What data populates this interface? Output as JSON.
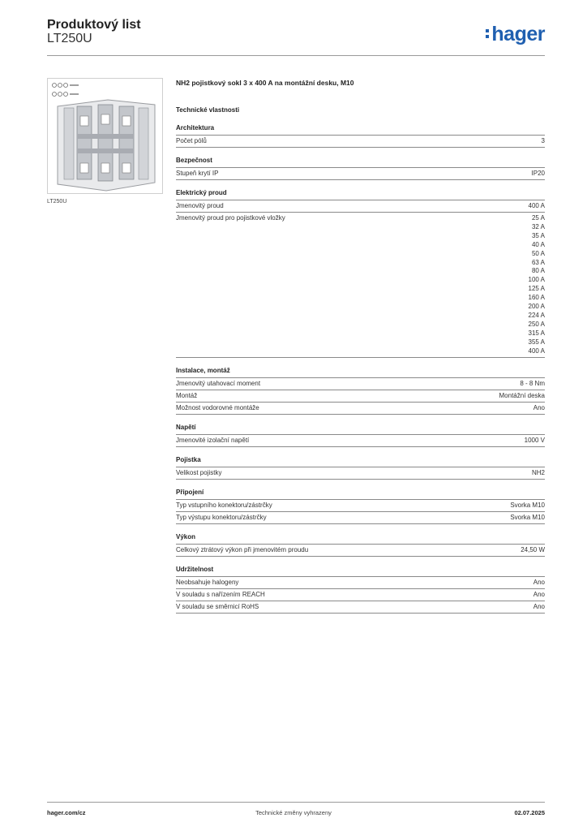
{
  "header": {
    "title": "Produktový list",
    "subtitle": "LT250U",
    "logo": "hager",
    "logo_color": "#1f5fb0"
  },
  "image": {
    "caption": "LT250U"
  },
  "product": {
    "title": "NH2 pojistkový sokl 3 x 400 A na montážní desku, M10"
  },
  "tech_heading": "Technické vlastnosti",
  "groups": [
    {
      "title": "Architektura",
      "rows": [
        {
          "label": "Počet pólů",
          "values": [
            "3"
          ]
        }
      ]
    },
    {
      "title": "Bezpečnost",
      "rows": [
        {
          "label": "Stupeň krytí IP",
          "values": [
            "IP20"
          ]
        }
      ]
    },
    {
      "title": "Elektrický proud",
      "rows": [
        {
          "label": "Jmenovitý proud",
          "values": [
            "400 A"
          ]
        },
        {
          "label": "Jmenovitý proud pro pojistkové vložky",
          "values": [
            "25 A",
            "32 A",
            "35 A",
            "40 A",
            "50 A",
            "63 A",
            "80 A",
            "100 A",
            "125 A",
            "160 A",
            "200 A",
            "224 A",
            "250 A",
            "315 A",
            "355 A",
            "400 A"
          ]
        }
      ]
    },
    {
      "title": "Instalace, montáž",
      "rows": [
        {
          "label": "Jmenovitý utahovací moment",
          "values": [
            "8 - 8 Nm"
          ]
        },
        {
          "label": "Montáž",
          "values": [
            "Montážní deska"
          ]
        },
        {
          "label": "Možnost vodorovné montáže",
          "values": [
            "Ano"
          ]
        }
      ]
    },
    {
      "title": "Napětí",
      "rows": [
        {
          "label": "Jmenovité izolační napětí",
          "values": [
            "1000 V"
          ]
        }
      ]
    },
    {
      "title": "Pojistka",
      "rows": [
        {
          "label": "Velikost pojistky",
          "values": [
            "NH2"
          ]
        }
      ]
    },
    {
      "title": "Připojení",
      "rows": [
        {
          "label": "Typ vstupního konektoru/zástrčky",
          "values": [
            "Svorka M10"
          ]
        },
        {
          "label": "Typ výstupu konektoru/zástrčky",
          "values": [
            "Svorka M10"
          ]
        }
      ]
    },
    {
      "title": "Výkon",
      "rows": [
        {
          "label": "Celkový ztrátový výkon při jmenovitém proudu",
          "values": [
            "24,50 W"
          ]
        }
      ]
    },
    {
      "title": "Udržitelnost",
      "rows": [
        {
          "label": "Neobsahuje halogeny",
          "values": [
            "Ano"
          ]
        },
        {
          "label": "V souladu s nařízením REACH",
          "values": [
            "Ano"
          ]
        },
        {
          "label": "V souladu se směrnicí RoHS",
          "values": [
            "Ano"
          ]
        }
      ]
    }
  ],
  "footer": {
    "left": "hager.com/cz",
    "center": "Technické změny vyhrazeny",
    "right": "02.07.2025"
  }
}
